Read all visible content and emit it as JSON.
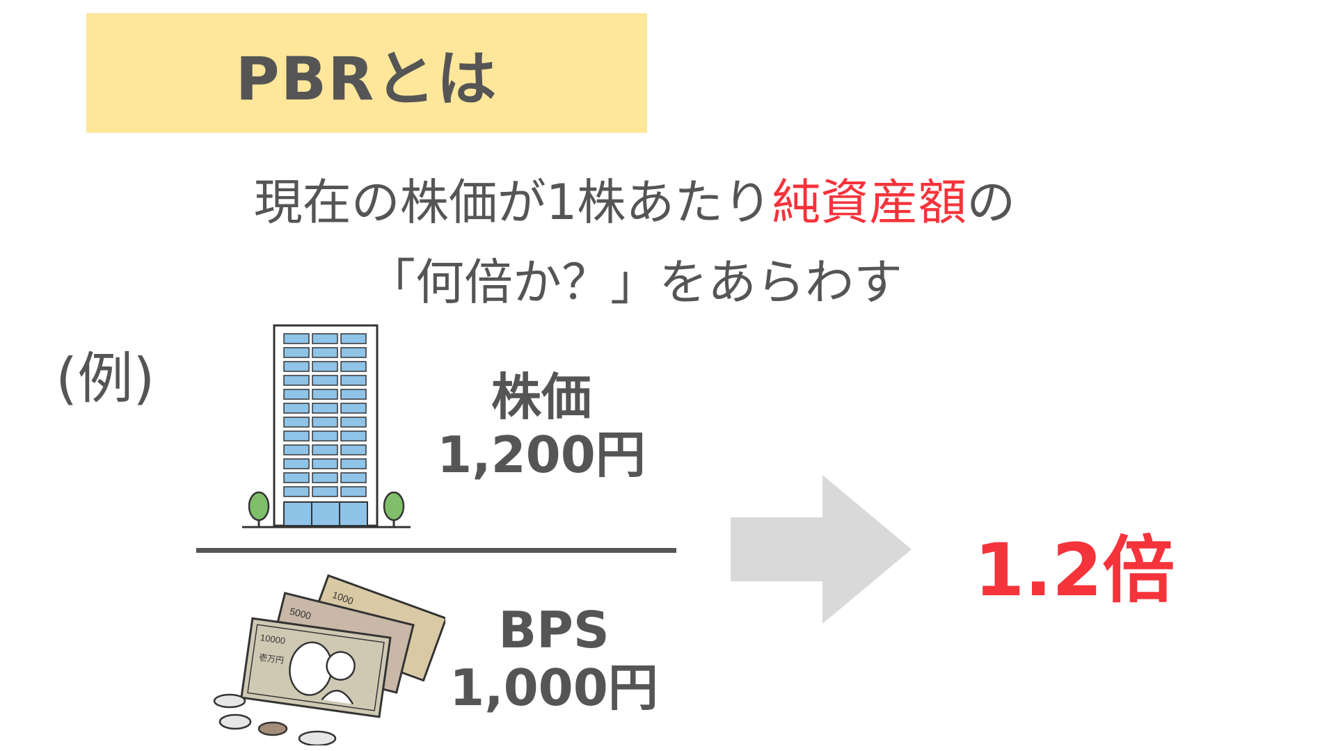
{
  "title": "PBRとは",
  "description": {
    "line1_before": "現在の株価が1株あたり",
    "line1_accent": "純資産額",
    "line1_after": "の",
    "line2": "「何倍か？」をあらわす"
  },
  "example_label": "(例)",
  "numerator": {
    "label": "株価",
    "value": "1,200円"
  },
  "denominator": {
    "label": "BPS",
    "value": "1,000円"
  },
  "result": "1.2倍",
  "illustrations": {
    "top_icon": "office-building-icon",
    "bottom_icon": "banknotes-and-coins-icon",
    "arrow_icon": "arrow-right-icon",
    "banknote_labels": [
      "1000",
      "5000",
      "10000",
      "壱万円"
    ]
  },
  "colors": {
    "title_bg": "#fee69b",
    "text": "#555555",
    "accent": "#f5333b",
    "arrow": "#d9d9d9",
    "building_window": "#8fc3e8",
    "tree": "#7fbf6a"
  }
}
